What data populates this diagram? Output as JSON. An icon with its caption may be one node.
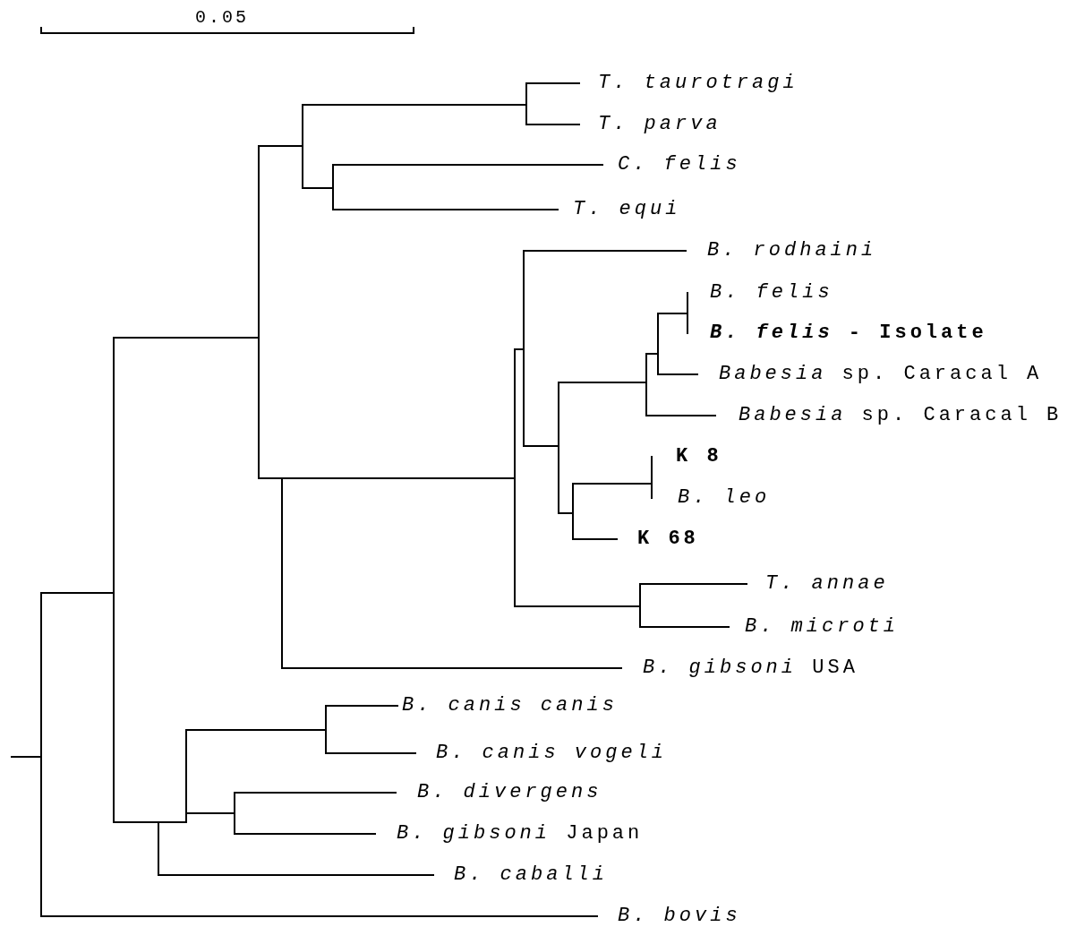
{
  "diagram": {
    "nodes": [
      {
        "text": [
          "*T. taurotragi*"
        ]
      },
      {
        "text": [
          "*T. parva*"
        ]
      },
      {
        "text": [
          "*C. felis*"
        ]
      },
      {
        "text": [
          "*T. equi*"
        ]
      },
      {
        "text": [
          "*B. rodhaini*"
        ]
      },
      {
        "text": [
          "*B. felis*"
        ]
      },
      {
        "text": [
          "***B. felis* - Isolate**"
        ]
      },
      {
        "text": [
          "*Babesia* sp. Caracal A"
        ]
      },
      {
        "text": [
          "*Babesia* sp. Caracal B"
        ]
      },
      {
        "text": [
          "**K 8**"
        ]
      },
      {
        "text": [
          "*B. leo*"
        ]
      },
      {
        "text": [
          "**K 68**"
        ]
      },
      {
        "text": [
          "*T. annae*"
        ]
      },
      {
        "text": [
          "*B. microti*"
        ]
      },
      {
        "text": [
          "*B. gibsoni* USA"
        ]
      },
      {
        "text": [
          "*B. canis canis*"
        ]
      },
      {
        "text": [
          "*B. canis vogeli*"
        ]
      },
      {
        "text": [
          "*B. divergens*"
        ]
      },
      {
        "text": [
          "*B. gibsoni* Japan"
        ]
      },
      {
        "text": [
          "*B. caballi*"
        ]
      },
      {
        "text": [
          "*B. bovis*"
        ]
      },
      {
        "text": [],
        "shape": "junction"
      },
      {
        "text": [],
        "shape": "junction"
      },
      {
        "text": [],
        "shape": "junction"
      },
      {
        "text": [],
        "shape": "junction"
      },
      {
        "text": [],
        "shape": "junction"
      },
      {
        "text": [],
        "shape": "junction"
      },
      {
        "text": [],
        "shape": "junction"
      },
      {
        "text": [],
        "shape": "junction"
      },
      {
        "text": [],
        "shape": "junction"
      },
      {
        "text": [],
        "shape": "junction"
      },
      {
        "text": [],
        "shape": "junction"
      },
      {
        "text": [],
        "shape": "junction"
      },
      {
        "text": [],
        "shape": "junction"
      },
      {
        "text": [],
        "shape": "junction"
      },
      {
        "text": [],
        "shape": "junction"
      },
      {
        "text": [],
        "shape": "junction"
      },
      {
        "text": [],
        "shape": "junction"
      },
      {
        "text": [],
        "shape": "junction"
      },
      {
        "text": [],
        "shape": "junction"
      },
      {
        "text": [],
        "shape": "junction"
      }
    ],
    "edges": [
      {
        "from": null,
        "to": 21,
        "arrow": "none"
      },
      {
        "from": 21,
        "to": 22,
        "arrow": "none"
      },
      {
        "from": 21,
        "to": 20,
        "arrow": "none"
      },
      {
        "from": 22,
        "to": 23,
        "arrow": "none"
      },
      {
        "from": 22,
        "to": 37,
        "arrow": "none"
      },
      {
        "from": 23,
        "to": 24,
        "arrow": "none"
      },
      {
        "from": 23,
        "to": 27,
        "arrow": "none"
      },
      {
        "from": 24,
        "to": 25,
        "arrow": "none"
      },
      {
        "from": 24,
        "to": 26,
        "arrow": "none"
      },
      {
        "from": 25,
        "to": 0,
        "arrow": "none"
      },
      {
        "from": 25,
        "to": 1,
        "arrow": "none"
      },
      {
        "from": 26,
        "to": 2,
        "arrow": "none"
      },
      {
        "from": 26,
        "to": 3,
        "arrow": "none"
      },
      {
        "from": 27,
        "to": 28,
        "arrow": "none"
      },
      {
        "from": 27,
        "to": 14,
        "arrow": "none"
      },
      {
        "from": 28,
        "to": 29,
        "arrow": "none"
      },
      {
        "from": 28,
        "to": 36,
        "arrow": "none"
      },
      {
        "from": 29,
        "to": 4,
        "arrow": "none"
      },
      {
        "from": 29,
        "to": 30,
        "arrow": "none"
      },
      {
        "from": 30,
        "to": 31,
        "arrow": "none"
      },
      {
        "from": 30,
        "to": 34,
        "arrow": "none"
      },
      {
        "from": 31,
        "to": 32,
        "arrow": "none"
      },
      {
        "from": 31,
        "to": 8,
        "arrow": "none"
      },
      {
        "from": 32,
        "to": 33,
        "arrow": "none"
      },
      {
        "from": 32,
        "to": 7,
        "arrow": "none"
      },
      {
        "from": 34,
        "to": 35,
        "arrow": "none"
      },
      {
        "from": 34,
        "to": 11,
        "arrow": "none"
      },
      {
        "from": 36,
        "to": 12,
        "arrow": "none"
      },
      {
        "from": 36,
        "to": 13,
        "arrow": "none"
      },
      {
        "from": 37,
        "to": 38,
        "arrow": "none"
      },
      {
        "from": 37,
        "to": 19,
        "arrow": "none"
      },
      {
        "from": 38,
        "to": 39,
        "arrow": "none"
      },
      {
        "from": 38,
        "to": 40,
        "arrow": "none"
      },
      {
        "from": 39,
        "to": 15,
        "arrow": "none"
      },
      {
        "from": 39,
        "to": 16,
        "arrow": "none"
      },
      {
        "from": 40,
        "to": 17,
        "arrow": "none"
      },
      {
        "from": 40,
        "to": 18,
        "arrow": "none"
      }
    ],
    "labels": [
      "0.05"
    ]
  }
}
